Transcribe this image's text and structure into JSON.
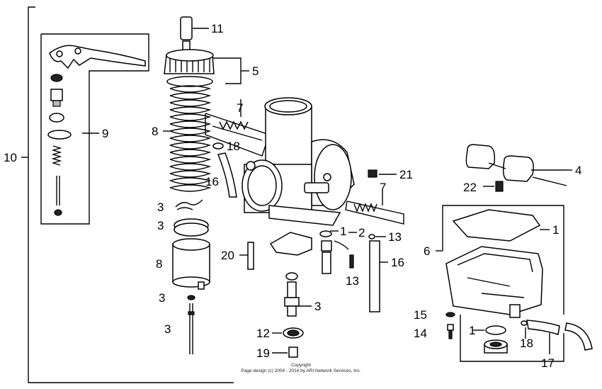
{
  "labels": {
    "l1a": "1",
    "l1b": "1",
    "l1c": "1",
    "l2": "2",
    "l3a": "3",
    "l3b": "3",
    "l3c": "3",
    "l3d": "3",
    "l3e": "3",
    "l4": "4",
    "l5": "5",
    "l6": "6",
    "l7a": "7",
    "l7b": "7",
    "l8a": "8",
    "l8b": "8",
    "l9": "9",
    "l10": "10",
    "l11": "11",
    "l12": "12",
    "l13a": "13",
    "l13b": "13",
    "l14": "14",
    "l15": "15",
    "l16a": "16",
    "l16b": "16",
    "l17": "17",
    "l18a": "18",
    "l18b": "18",
    "l19": "19",
    "l20": "20",
    "l21": "21",
    "l22": "22"
  },
  "footer": {
    "copyright_title": "Copyright",
    "copyright_text": "Page design (c) 2004 - 2014 by ARI Network Services, Inc."
  }
}
